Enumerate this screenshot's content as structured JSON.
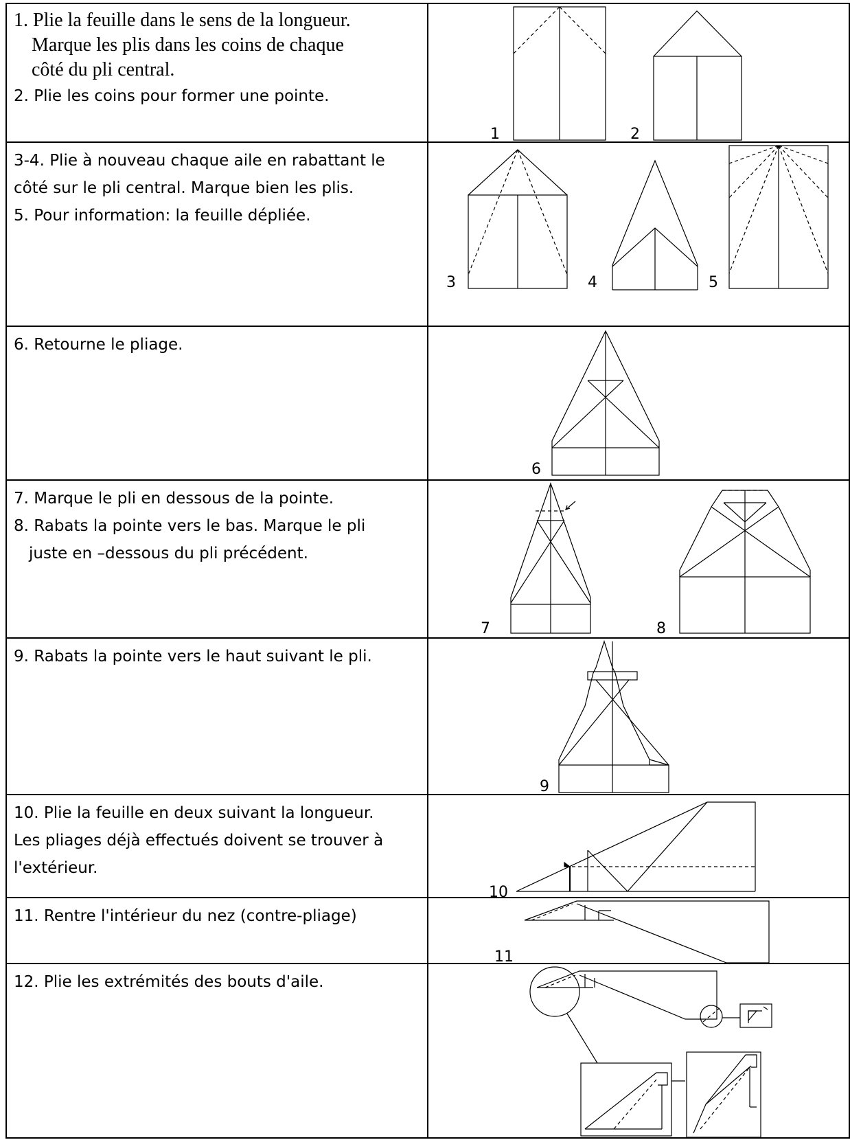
{
  "steps": [
    {
      "lines": [
        "1. Plie la feuille dans le sens de la longueur.",
        "Marque les plis dans les coins de chaque",
        "côté du pli central.",
        "2. Plie les coins pour former une pointe."
      ],
      "figure_labels": [
        "1",
        "2"
      ]
    },
    {
      "lines": [
        "3-4. Plie à nouveau chaque aile en rabattant le",
        "côté sur le pli central. Marque bien les plis.",
        "5. Pour information: la feuille dépliée."
      ],
      "figure_labels": [
        "3",
        "4",
        "5"
      ]
    },
    {
      "lines": [
        "6. Retourne le pliage."
      ],
      "figure_labels": [
        "6"
      ]
    },
    {
      "lines": [
        "7. Marque le pli en dessous de la pointe.",
        "8. Rabats la pointe vers le bas. Marque le pli",
        "juste en –dessous du pli précédent."
      ],
      "figure_labels": [
        "7",
        "8"
      ]
    },
    {
      "lines": [
        "9. Rabats la pointe vers le haut suivant le pli."
      ],
      "figure_labels": [
        "9"
      ]
    },
    {
      "lines": [
        "10. Plie la feuille en deux suivant la longueur.",
        "Les pliages déjà effectués doivent se trouver à",
        "l'extérieur."
      ],
      "figure_labels": [
        "10"
      ]
    },
    {
      "lines": [
        "11. Rentre l'intérieur du nez (contre-pliage)"
      ],
      "figure_labels": [
        "11"
      ]
    },
    {
      "lines": [
        "12. Plie les extrémités des bouts d'aile."
      ],
      "figure_labels": []
    }
  ]
}
